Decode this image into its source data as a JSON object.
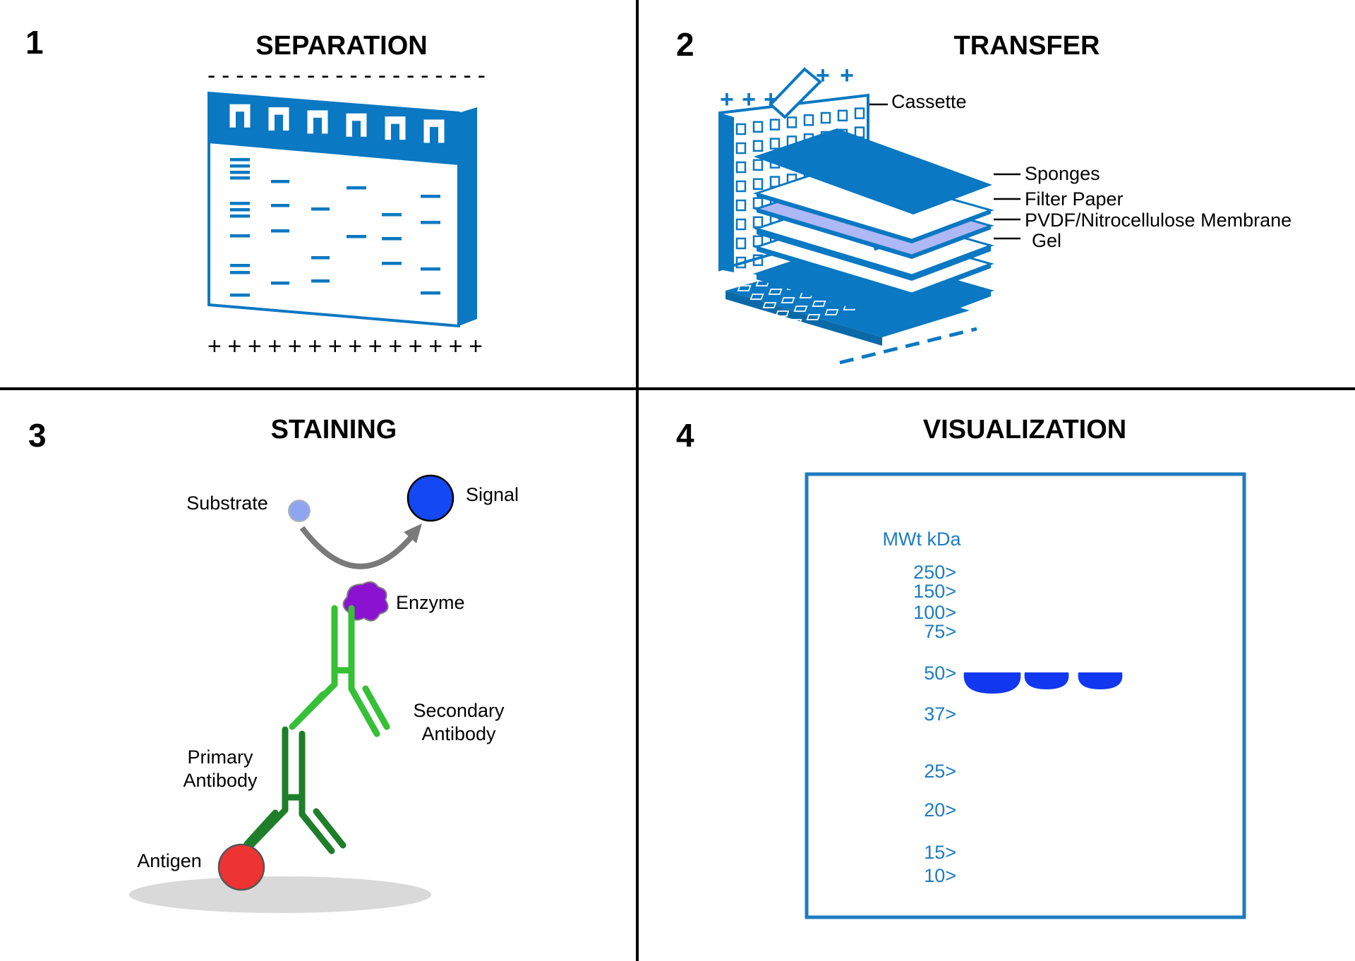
{
  "colors": {
    "blue": "#0a78c2",
    "marker_text": "#1f7bc0",
    "band": "#1138f0",
    "antibody_secondary": "#35c036",
    "antibody_primary": "#1e7e2a",
    "antigen": "#ee3333",
    "enzyme": "#8a12d0",
    "signal": "#1548f5",
    "substrate": "#8ea6f2",
    "arrow": "#7a7a7a",
    "membrane": "#aeb8f5"
  },
  "panels": [
    {
      "number": "1",
      "title": "SEPARATION",
      "top_sign": "- - - - - - - - - - - - - - - - - - - -",
      "bottom_sign": "+ + + + + + + + + + + + + +"
    },
    {
      "number": "2",
      "title": "TRANSFER",
      "plus_left": "+ + +",
      "plus_right": "+ +"
    },
    {
      "number": "3",
      "title": "STAINING"
    },
    {
      "number": "4",
      "title": "VISUALIZATION"
    }
  ],
  "transfer_labels": {
    "cassette": "Cassette",
    "sponges": "Sponges",
    "filter_paper": "Filter Paper",
    "membrane": "PVDF/Nitrocellulose Membrane",
    "gel": "Gel"
  },
  "staining_labels": {
    "substrate": "Substrate",
    "signal": "Signal",
    "enzyme": "Enzyme",
    "secondary_line1": "Secondary",
    "secondary_line2": "Antibody",
    "primary_line1": "Primary",
    "primary_line2": "Antibody",
    "antigen": "Antigen"
  },
  "visualization": {
    "header": "MWt kDa",
    "markers": [
      "250>",
      "150>",
      "100>",
      "75>",
      "50>",
      "37>",
      "25>",
      "20>",
      "15>",
      "10>"
    ],
    "band_marker": "50>",
    "band_lanes": 3
  },
  "gel_icon": {
    "wells": 6
  }
}
